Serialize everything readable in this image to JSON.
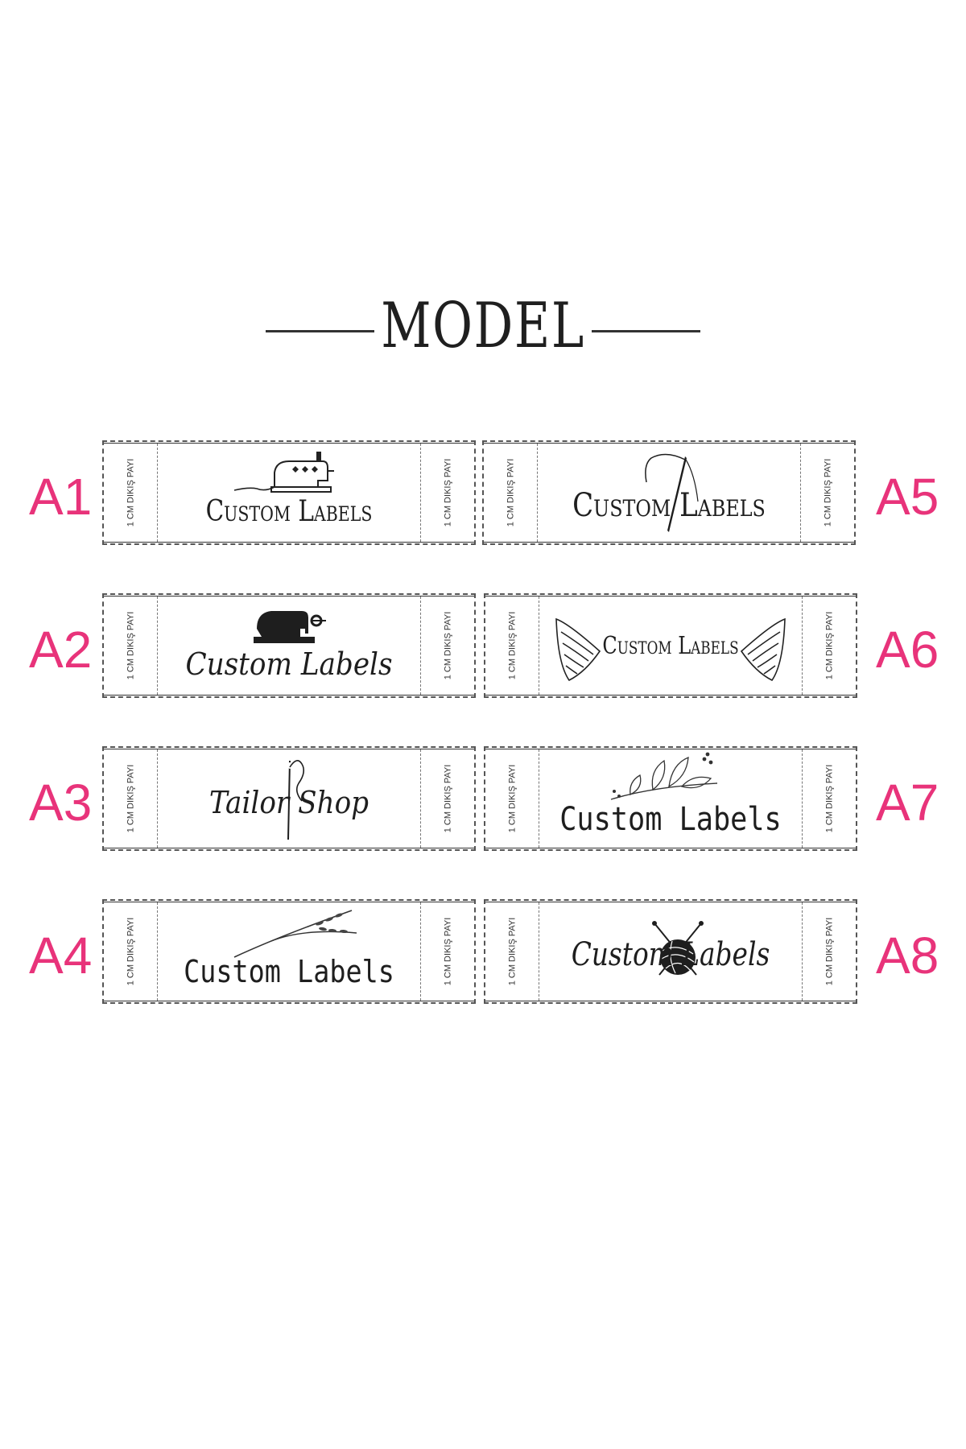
{
  "title": "MODEL",
  "seam_text": "1 CM DIKIŞ PAYI",
  "labels": [
    {
      "code": "A1",
      "text": "Custom Labels",
      "icon": "sewing-machine-icon"
    },
    {
      "code": "A2",
      "text": "Custom Labels",
      "icon": "antique-sewing-machine-icon"
    },
    {
      "code": "A3",
      "text": "Tailor Shop",
      "icon": "needle-thread-icon"
    },
    {
      "code": "A4",
      "text": "Custom Labels",
      "icon": "lavender-sprig-icon"
    },
    {
      "code": "A5",
      "text": "Custom Labels",
      "icon": "needle-thread-icon"
    },
    {
      "code": "A6",
      "text": "Custom Labels",
      "icon": "wings-icon"
    },
    {
      "code": "A7",
      "text": "Custom Labels",
      "icon": "leaf-branch-icon"
    },
    {
      "code": "A8",
      "text": "Custom Labels",
      "icon": "yarn-ball-icon"
    }
  ],
  "colors": {
    "code_label": "#e8337a",
    "ink": "#1e1e1e"
  }
}
